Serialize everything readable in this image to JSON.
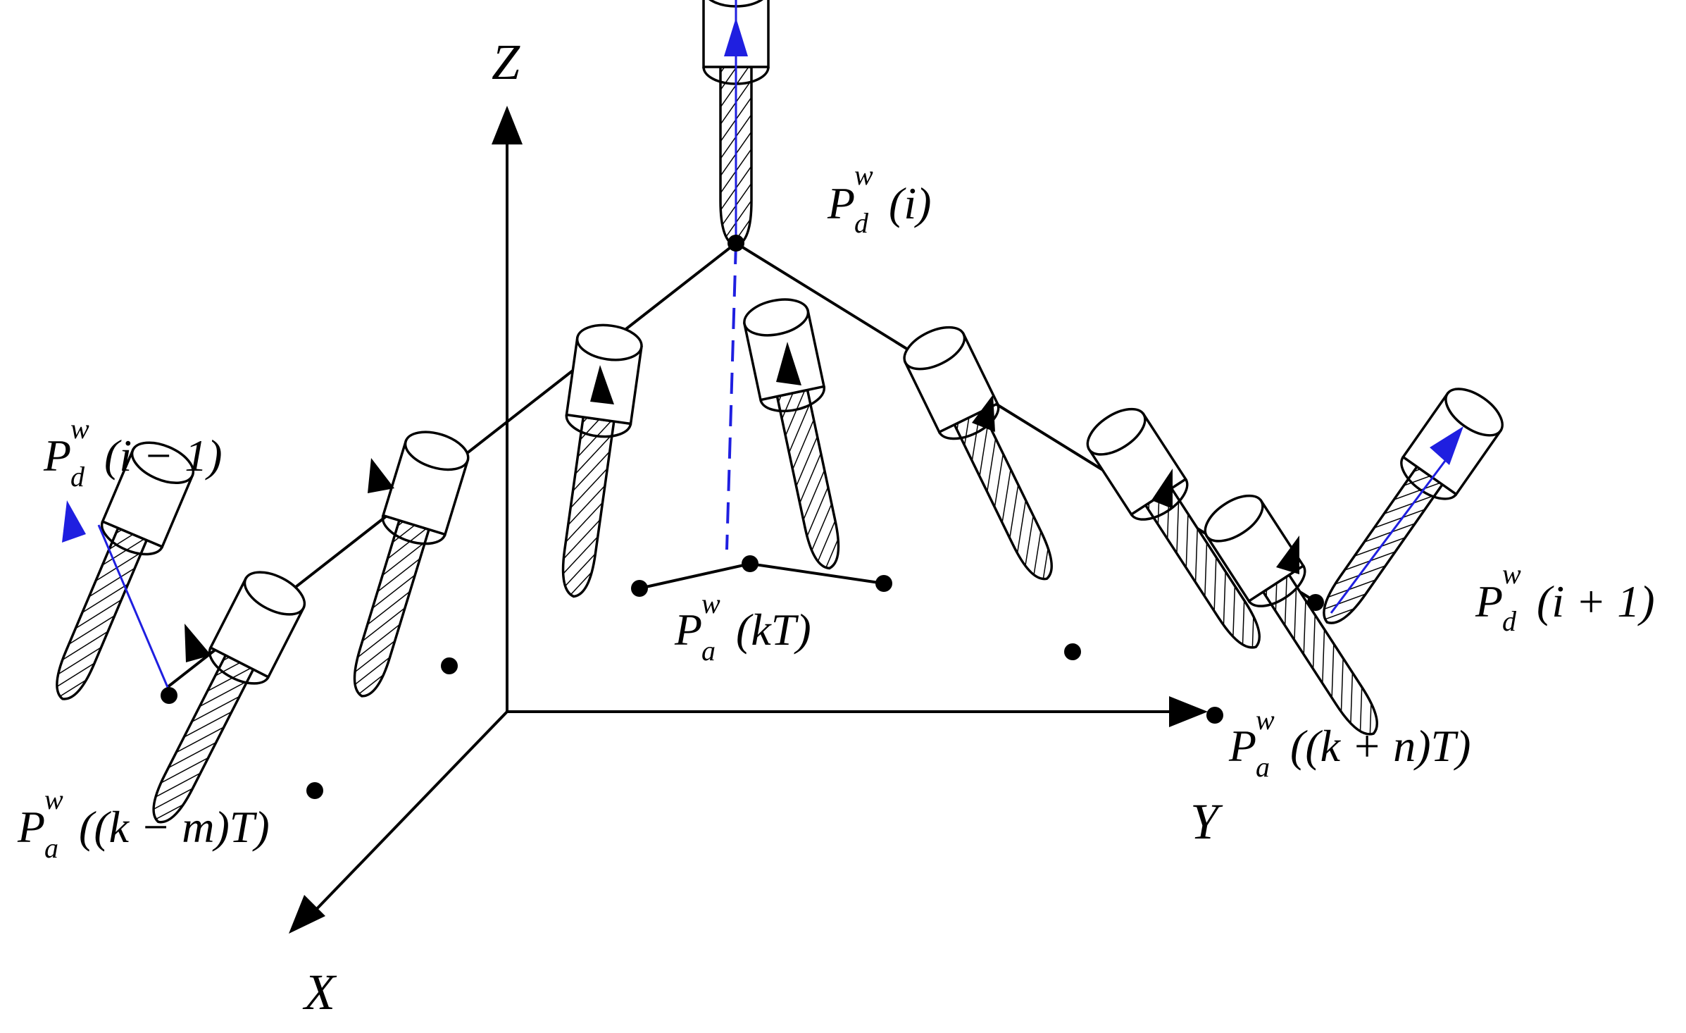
{
  "axes": {
    "z_label": "Z",
    "y_label": "Y",
    "x_label": "X"
  },
  "labels": {
    "pd_i": {
      "base": "P",
      "sup": "w",
      "sub": "d",
      "arg": "(i)"
    },
    "pd_i_minus_1": {
      "base": "P",
      "sup": "w",
      "sub": "d",
      "arg": "(i − 1)"
    },
    "pd_i_plus_1": {
      "base": "P",
      "sup": "w",
      "sub": "d",
      "arg": "(i + 1)"
    },
    "pa_kT": {
      "base": "P",
      "sup": "w",
      "sub": "a",
      "arg": "(kT)"
    },
    "pa_k_minus_m_T": {
      "base": "P",
      "sup": "w",
      "sub": "a",
      "arg": "((k − m)T)"
    },
    "pa_k_plus_n_T": {
      "base": "P",
      "sup": "w",
      "sub": "a",
      "arg": "((k + n)T)"
    }
  },
  "colors": {
    "line": "#000000",
    "axis_vector": "#1f1fe0"
  }
}
